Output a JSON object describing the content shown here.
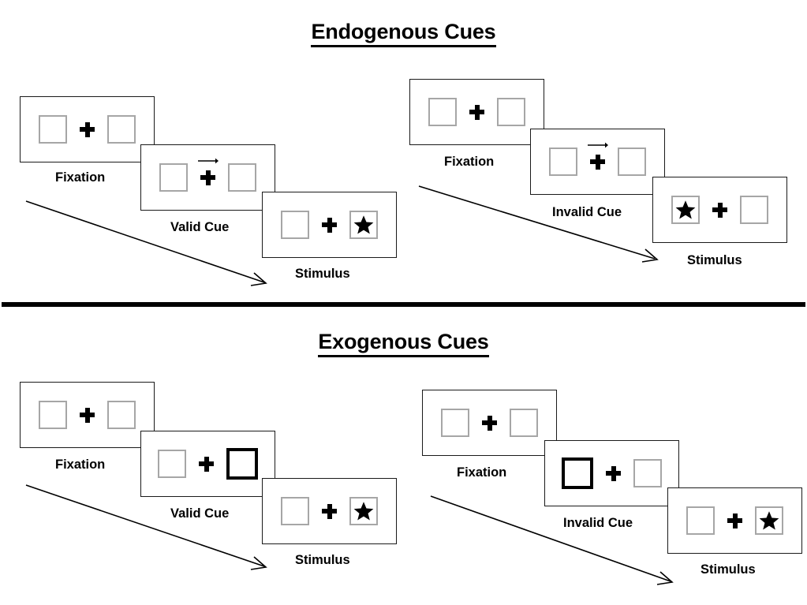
{
  "sections": [
    {
      "id": "endogenous",
      "title": "Endogenous Cues",
      "columns": [
        {
          "id": "endogenous-valid",
          "panels": [
            {
              "caption": "Fixation",
              "cue_arrow": false,
              "left_box": "empty",
              "right_box": "empty"
            },
            {
              "caption": "Valid Cue",
              "cue_arrow": true,
              "left_box": "empty",
              "right_box": "empty"
            },
            {
              "caption": "Stimulus",
              "cue_arrow": false,
              "left_box": "empty",
              "right_box": "star"
            }
          ]
        },
        {
          "id": "endogenous-invalid",
          "panels": [
            {
              "caption": "Fixation",
              "cue_arrow": false,
              "left_box": "empty",
              "right_box": "empty"
            },
            {
              "caption": "Invalid Cue",
              "cue_arrow": true,
              "left_box": "empty",
              "right_box": "empty"
            },
            {
              "caption": "Stimulus",
              "cue_arrow": false,
              "left_box": "star",
              "right_box": "empty"
            }
          ]
        }
      ]
    },
    {
      "id": "exogenous",
      "title": "Exogenous Cues",
      "columns": [
        {
          "id": "exogenous-valid",
          "panels": [
            {
              "caption": "Fixation",
              "cue_arrow": false,
              "left_box": "empty",
              "right_box": "empty"
            },
            {
              "caption": "Valid Cue",
              "cue_arrow": false,
              "left_box": "empty",
              "right_box": "highlight"
            },
            {
              "caption": "Stimulus",
              "cue_arrow": false,
              "left_box": "empty",
              "right_box": "star"
            }
          ]
        },
        {
          "id": "exogenous-invalid",
          "panels": [
            {
              "caption": "Fixation",
              "cue_arrow": false,
              "left_box": "empty",
              "right_box": "empty"
            },
            {
              "caption": "Invalid Cue",
              "cue_arrow": false,
              "left_box": "highlight",
              "right_box": "empty"
            },
            {
              "caption": "Stimulus",
              "cue_arrow": false,
              "left_box": "empty",
              "right_box": "star"
            }
          ]
        }
      ]
    }
  ],
  "colors": {
    "box_border": "#a6a6a6",
    "box_highlight_border": "#000000",
    "frame_border": "#1a1a1a",
    "symbol": "#000000",
    "divider": "#000000",
    "background": "#ffffff"
  },
  "icons": {
    "fixation_cross": "plus-icon",
    "cue_arrow": "arrow-right-icon",
    "target": "star-icon",
    "sequence": "diagonal-arrow-icon"
  }
}
